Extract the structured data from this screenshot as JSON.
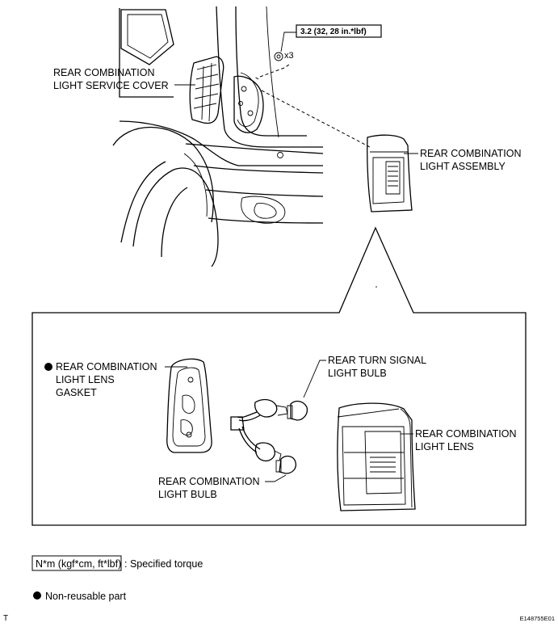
{
  "torque_callout": "3.2 (32, 28 in.*lbf)",
  "quantity": "x3",
  "labels": {
    "service_cover": [
      "REAR COMBINATION",
      "LIGHT SERVICE COVER"
    ],
    "light_assembly": [
      "REAR COMBINATION",
      "LIGHT ASSEMBLY"
    ],
    "lens_gasket": [
      "REAR COMBINATION",
      "LIGHT LENS",
      "GASKET"
    ],
    "turn_signal_bulb": [
      "REAR TURN SIGNAL",
      "LIGHT BULB"
    ],
    "light_lens": [
      "REAR COMBINATION",
      "LIGHT LENS"
    ],
    "light_bulb": [
      "REAR COMBINATION",
      "LIGHT BULB"
    ]
  },
  "legend": {
    "torque_unit": "N*m (kgf*cm, ft*lbf)",
    "torque_desc": ": Specified torque",
    "non_reusable": "Non-reusable part"
  },
  "footer": {
    "left_mark": "T",
    "figure_code": "E148755E01"
  }
}
